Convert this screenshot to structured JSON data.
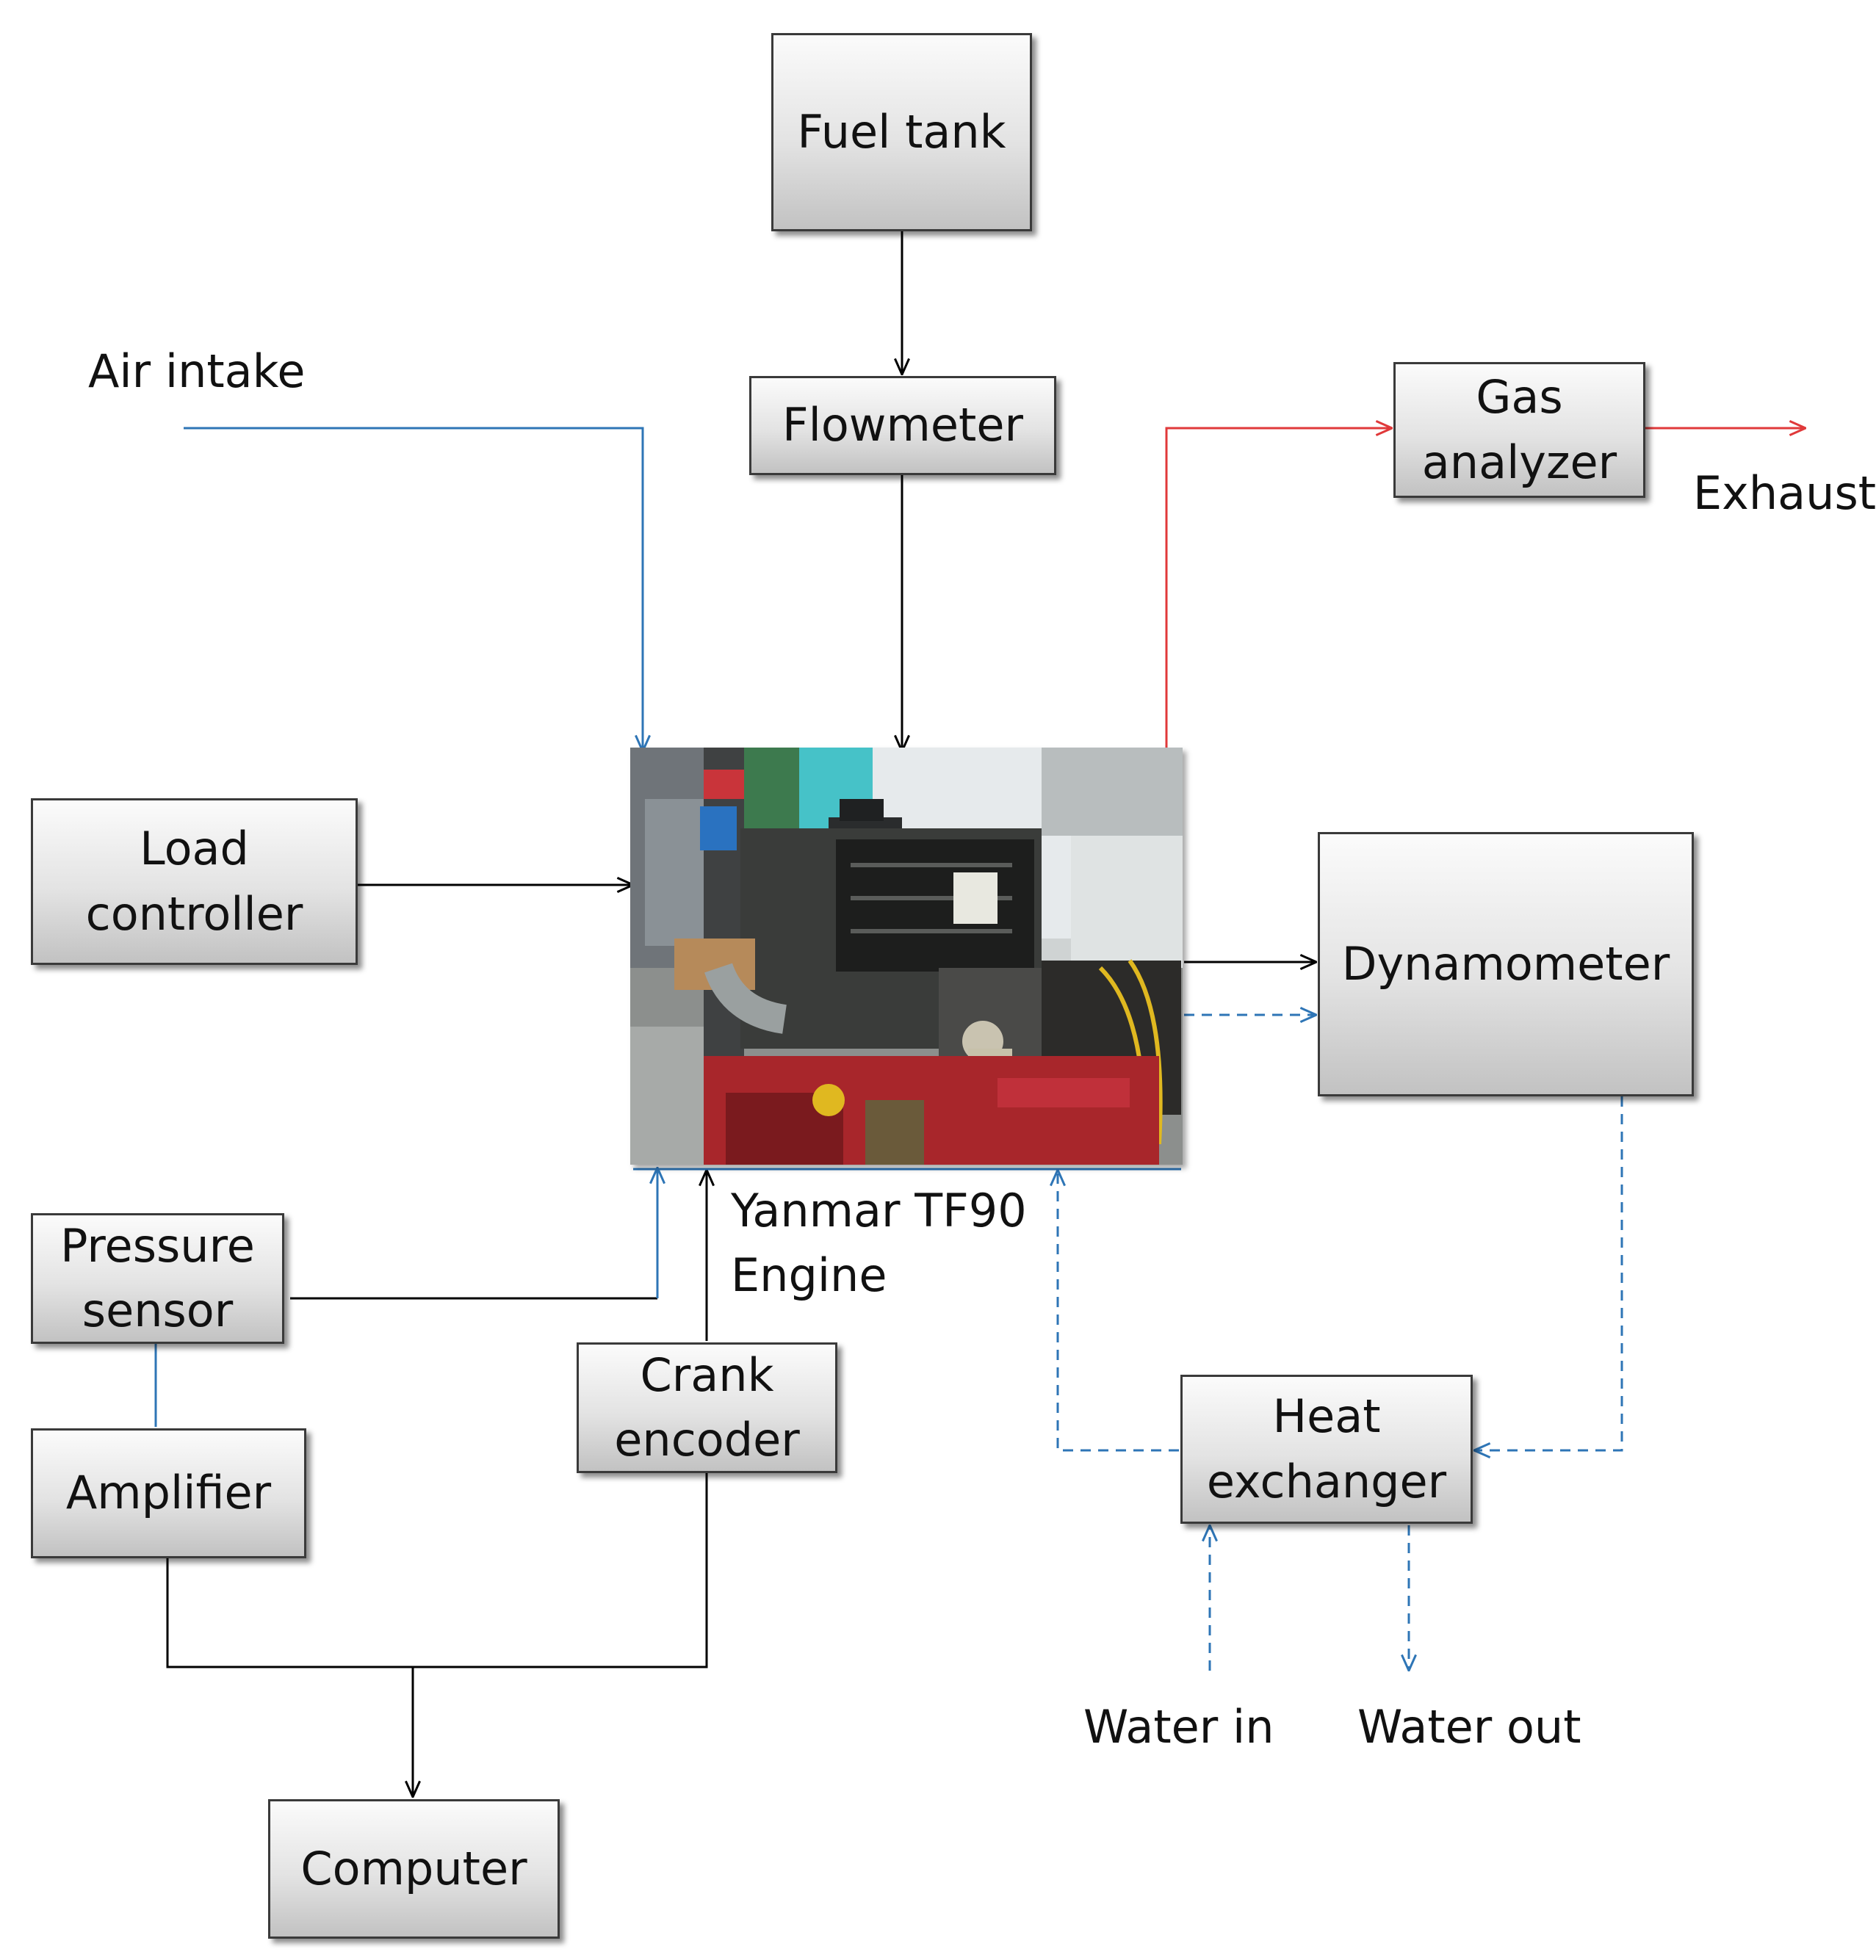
{
  "boxes": {
    "fuel_tank": "Fuel tank",
    "flowmeter": "Flowmeter",
    "gas_analyzer": [
      "Gas",
      "analyzer"
    ],
    "load_controller": [
      "Load",
      "controller"
    ],
    "dynamometer": "Dynamometer",
    "pressure_sensor": [
      "Pressure",
      "sensor"
    ],
    "amplifier": "Amplifier",
    "crank_encoder": [
      "Crank",
      "encoder"
    ],
    "heat_exchanger": [
      "Heat",
      "exchanger"
    ],
    "computer": "Computer"
  },
  "labels": {
    "air_intake": "Air intake",
    "exhaust": "Exhaust",
    "engine": [
      "Yanmar TF90",
      "Engine"
    ],
    "water_in": "Water in",
    "water_out": "Water out"
  },
  "colors": {
    "signal": "#000000",
    "air": "#2e75b6",
    "exhaust": "#e0393a",
    "coolant": "#2e75b6"
  }
}
